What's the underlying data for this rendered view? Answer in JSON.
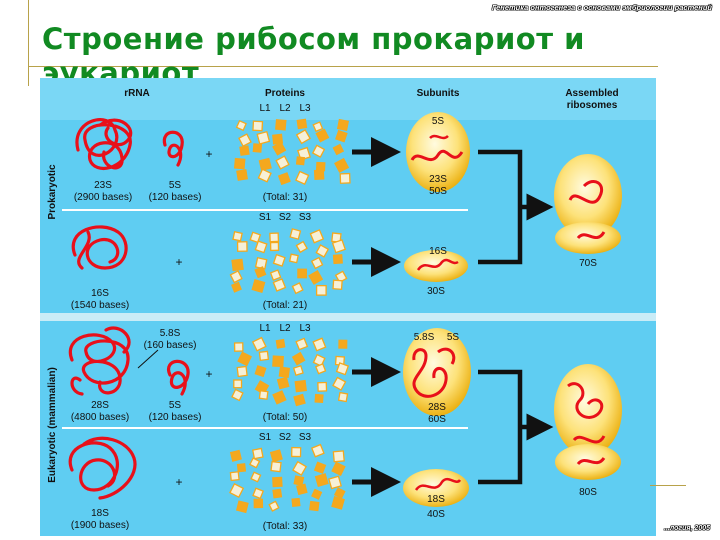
{
  "slide": {
    "top_caption": "Генетика онтогенеза с основами эмбриологии растений",
    "title": "Строение рибосом прокариот и эукариот",
    "footer": "...логия, 2005"
  },
  "diagram": {
    "headers": {
      "rrna": "rRNA",
      "proteins": "Proteins",
      "subunits": "Subunits",
      "assembled": "Assembled\nribosomes"
    },
    "side_labels": {
      "prokaryotic": "Prokaryotic",
      "eukaryotic": "Eukaryotic (mammalian)"
    },
    "rows": [
      {
        "rna_a": "23S",
        "rna_a_bases": "(2900 bases)",
        "rna_b": "5S",
        "rna_b_bases": "(120 bases)",
        "protein_labels": [
          "L1",
          "L2",
          "L3"
        ],
        "total": "(Total: 31)",
        "sub_top": "5S",
        "sub_mid": "23S",
        "sub_bot": "50S"
      },
      {
        "rna_a": "16S",
        "rna_a_bases": "(1540 bases)",
        "protein_labels": [
          "S1",
          "S2",
          "S3"
        ],
        "total": "(Total: 21)",
        "sub_top": "16S",
        "sub_bot": "30S"
      },
      {
        "rna_a": "28S",
        "rna_a_bases": "(4800 bases)",
        "rna_c": "5.8S",
        "rna_c_bases": "(160 bases)",
        "rna_b": "5S",
        "rna_b_bases": "(120 bases)",
        "protein_labels": [
          "L1",
          "L2",
          "L3"
        ],
        "total": "(Total: 50)",
        "sub_tl": "5.8S",
        "sub_tr": "5S",
        "sub_mid": "28S",
        "sub_bot": "60S"
      },
      {
        "rna_a": "18S",
        "rna_a_bases": "(1900 bases)",
        "protein_labels": [
          "S1",
          "S2",
          "S3"
        ],
        "total": "(Total: 33)",
        "sub_top": "18S",
        "sub_bot": "40S"
      }
    ],
    "plus": "+",
    "assembled": [
      "70S",
      "80S"
    ],
    "colors": {
      "panel_bg": "#5fcdf2",
      "header_bg": "#7ad7f5",
      "rna": "#e8101a",
      "protein": "#f4a81e",
      "divider": "#ffffff",
      "title": "#118a22"
    }
  }
}
